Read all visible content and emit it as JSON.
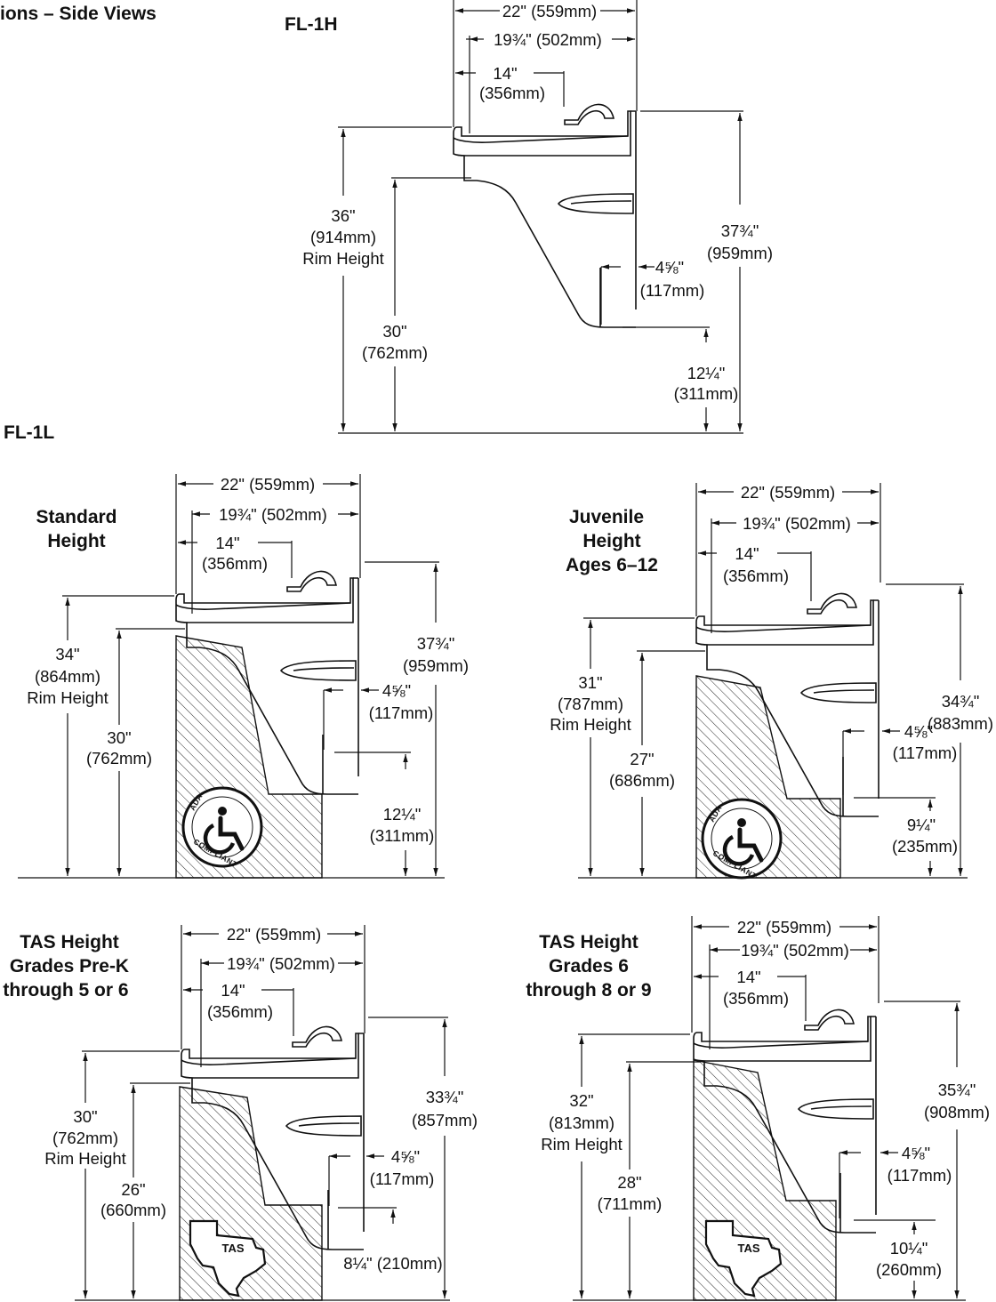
{
  "page_title": "ions – Side Views",
  "fl1h": {
    "model_label": "FL-1H",
    "width_22": "22\" (559mm)",
    "width_1934": "19¾\" (502mm)",
    "width_14_a": "14\"",
    "width_14_b": "(356mm)",
    "rim_a": "36\"",
    "rim_b": "(914mm)",
    "rim_c": "Rim Height",
    "knee_a": "30\"",
    "knee_b": "(762mm)",
    "overall_a": "37¾\"",
    "overall_b": "(959mm)",
    "depth_a": "4⅝\"",
    "depth_b": "(117mm)",
    "bottom_a": "12¼\"",
    "bottom_b": "(311mm)"
  },
  "fl1l": {
    "model_label": "FL-1L"
  },
  "standard": {
    "title_1": "Standard",
    "title_2": "Height",
    "width_22": "22\" (559mm)",
    "width_1934": "19¾\" (502mm)",
    "width_14_a": "14\"",
    "width_14_b": "(356mm)",
    "rim_a": "34\"",
    "rim_b": "(864mm)",
    "rim_c": "Rim Height",
    "knee_a": "30\"",
    "knee_b": "(762mm)",
    "overall_a": "37¾\"",
    "overall_b": "(959mm)",
    "depth_a": "4⅝\"",
    "depth_b": "(117mm)",
    "bottom_a": "12¼\"",
    "bottom_b": "(311mm)",
    "badge_top": "ADA",
    "badge_bottom": "COMPLIANT"
  },
  "juvenile": {
    "title_1": "Juvenile",
    "title_2": "Height",
    "title_3": "Ages 6–12",
    "width_22": "22\" (559mm)",
    "width_1934": "19¾\" (502mm)",
    "width_14_a": "14\"",
    "width_14_b": "(356mm)",
    "rim_a": "31\"",
    "rim_b": "(787mm)",
    "rim_c": "Rim Height",
    "knee_a": "27\"",
    "knee_b": "(686mm)",
    "overall_a": "34¾\"",
    "overall_b": "(883mm)",
    "depth_a": "4⅝\"",
    "depth_b": "(117mm)",
    "bottom_a": "9¼\"",
    "bottom_b": "(235mm)",
    "badge_top": "ADA",
    "badge_bottom": "COMPLIANT"
  },
  "tas_prek": {
    "title_1": "TAS Height",
    "title_2": "Grades Pre-K",
    "title_3": "through 5 or 6",
    "width_22": "22\" (559mm)",
    "width_1934": "19¾\" (502mm)",
    "width_14_a": "14\"",
    "width_14_b": "(356mm)",
    "rim_a": "30\"",
    "rim_b": "(762mm)",
    "rim_c": "Rim Height",
    "knee_a": "26\"",
    "knee_b": "(660mm)",
    "overall_a": "33¾\"",
    "overall_b": "(857mm)",
    "depth_a": "4⅝\"",
    "depth_b": "(117mm)",
    "bottom": "8¼\" (210mm)",
    "badge": "TAS"
  },
  "tas_6_8": {
    "title_1": "TAS Height",
    "title_2": "Grades 6",
    "title_3": "through 8 or 9",
    "width_22": "22\" (559mm)",
    "width_1934": "19¾\" (502mm)",
    "width_14_a": "14\"",
    "width_14_b": "(356mm)",
    "rim_a": "32\"",
    "rim_b": "(813mm)",
    "rim_c": "Rim Height",
    "knee_a": "28\"",
    "knee_b": "(711mm)",
    "overall_a": "35¾\"",
    "overall_b": "(908mm)",
    "depth_a": "4⅝\"",
    "depth_b": "(117mm)",
    "bottom_a": "10¼\"",
    "bottom_b": "(260mm)",
    "badge": "TAS"
  }
}
